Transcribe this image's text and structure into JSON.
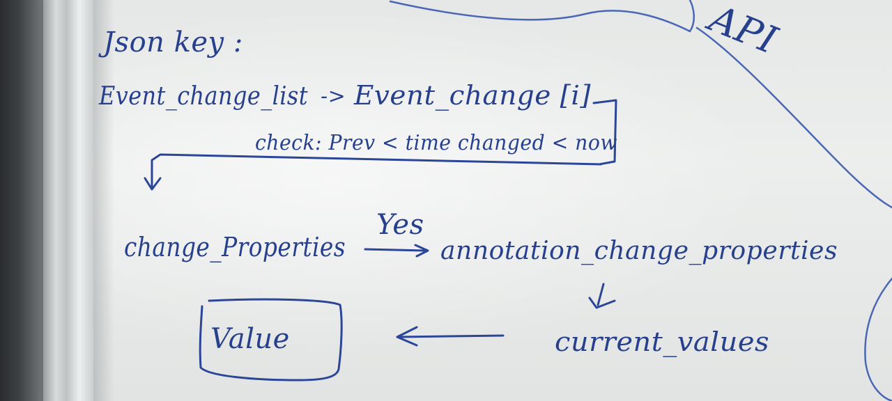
{
  "whiteboard": {
    "heading": "Json key :",
    "path_from": "Event_change_list",
    "path_arrow": "->",
    "path_to": "Event_change [i]",
    "check_line": "check: Prev < time changed < now",
    "left_property": "change_Properties",
    "yes_label": "Yes",
    "right_property": "annotation_change_properties",
    "value_box": "Value",
    "back_arrow": "<——",
    "current_values": "current_values",
    "corner_text": "API"
  },
  "colors": {
    "ink": "#2b4597",
    "board": "#e9ebea",
    "frame": "#c9cccd"
  }
}
